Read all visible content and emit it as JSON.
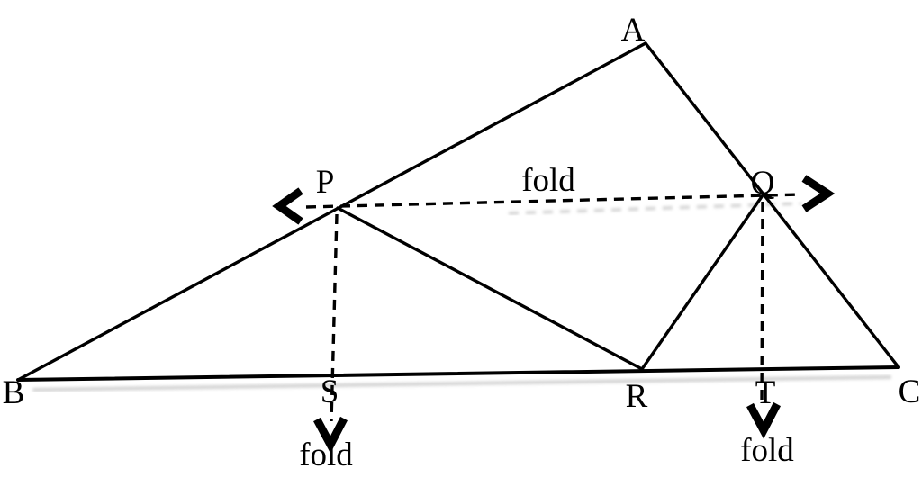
{
  "figure": {
    "colors": {
      "ink": "#000000",
      "background": "#ffffff"
    },
    "vertex_labels": {
      "a": "A",
      "b": "B",
      "c": "C"
    },
    "point_labels": {
      "p": "P",
      "q": "Q",
      "r": "R",
      "s": "S",
      "t": "T"
    },
    "fold_labels": {
      "pq": "fold",
      "ps": "fold",
      "qt": "fold"
    }
  }
}
